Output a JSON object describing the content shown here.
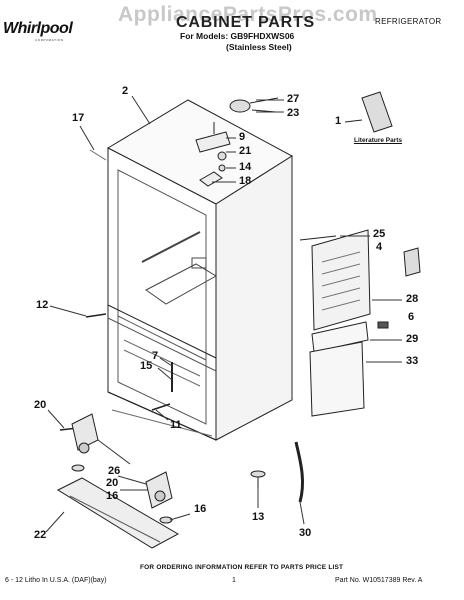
{
  "brand": {
    "logo": "Whirlpool",
    "logo_sub": "CORPORATION"
  },
  "watermark": "AppliancePartsPros.com",
  "title": "CABINET PARTS",
  "models": "For Models: GB9FHDXWS06",
  "finish": "(Stainless Steel)",
  "category": "REFRIGERATOR",
  "literature_label": "Literature Parts",
  "callouts": [
    {
      "id": "c-2",
      "text": "2"
    },
    {
      "id": "c-27",
      "text": "27"
    },
    {
      "id": "c-23",
      "text": "23"
    },
    {
      "id": "c-1",
      "text": "1"
    },
    {
      "id": "c-17",
      "text": "17"
    },
    {
      "id": "c-9",
      "text": "9"
    },
    {
      "id": "c-21",
      "text": "21"
    },
    {
      "id": "c-14",
      "text": "14"
    },
    {
      "id": "c-18",
      "text": "18"
    },
    {
      "id": "c-25",
      "text": "25"
    },
    {
      "id": "c-4",
      "text": "4"
    },
    {
      "id": "c-12",
      "text": "12"
    },
    {
      "id": "c-28",
      "text": "28"
    },
    {
      "id": "c-6",
      "text": "6"
    },
    {
      "id": "c-29",
      "text": "29"
    },
    {
      "id": "c-7",
      "text": "7"
    },
    {
      "id": "c-15",
      "text": "15"
    },
    {
      "id": "c-33",
      "text": "33"
    },
    {
      "id": "c-20a",
      "text": "20"
    },
    {
      "id": "c-11",
      "text": "11"
    },
    {
      "id": "c-26",
      "text": "26"
    },
    {
      "id": "c-20b",
      "text": "20"
    },
    {
      "id": "c-16a",
      "text": "16"
    },
    {
      "id": "c-22",
      "text": "22"
    },
    {
      "id": "c-16b",
      "text": "16"
    },
    {
      "id": "c-13",
      "text": "13"
    },
    {
      "id": "c-30",
      "text": "30"
    }
  ],
  "order_note": "FOR ORDERING INFORMATION REFER TO PARTS PRICE LIST",
  "footer": {
    "left": "6 - 12 Litho In U.S.A. (DAF)(bay)",
    "page": "1",
    "right": "Part No. W10517389 Rev. A"
  }
}
